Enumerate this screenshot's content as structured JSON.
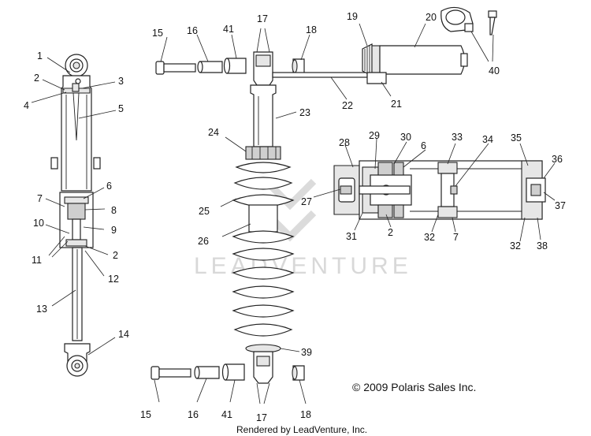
{
  "watermark": "LEADVENTURE",
  "copyright": "© 2009 Polaris Sales Inc.",
  "rendered_by": "Rendered by LeadVenture, Inc.",
  "callouts": {
    "c1": "1",
    "c2": "2",
    "c3": "3",
    "c4": "4",
    "c5": "5",
    "c6": "6",
    "c7": "7",
    "c8": "8",
    "c9": "9",
    "c10": "10",
    "c11": "11",
    "c2b": "2",
    "c12": "12",
    "c13": "13",
    "c14": "14",
    "c15a": "15",
    "c16a": "16",
    "c41a": "41",
    "c17a": "17",
    "c18a": "18",
    "c19": "19",
    "c20": "20",
    "c40": "40",
    "c22": "22",
    "c21": "21",
    "c23": "23",
    "c24": "24",
    "c25": "25",
    "c26": "26",
    "c39": "39",
    "c15b": "15",
    "c16b": "16",
    "c41b": "41",
    "c17b": "17",
    "c18b": "18",
    "c28": "28",
    "c29": "29",
    "c30": "30",
    "c6b": "6",
    "c33": "33",
    "c34": "34",
    "c35": "35",
    "c36": "36",
    "c27": "27",
    "c37": "37",
    "c31": "31",
    "c2c": "2",
    "c32a": "32",
    "c7b": "7",
    "c32b": "32",
    "c38": "38"
  }
}
